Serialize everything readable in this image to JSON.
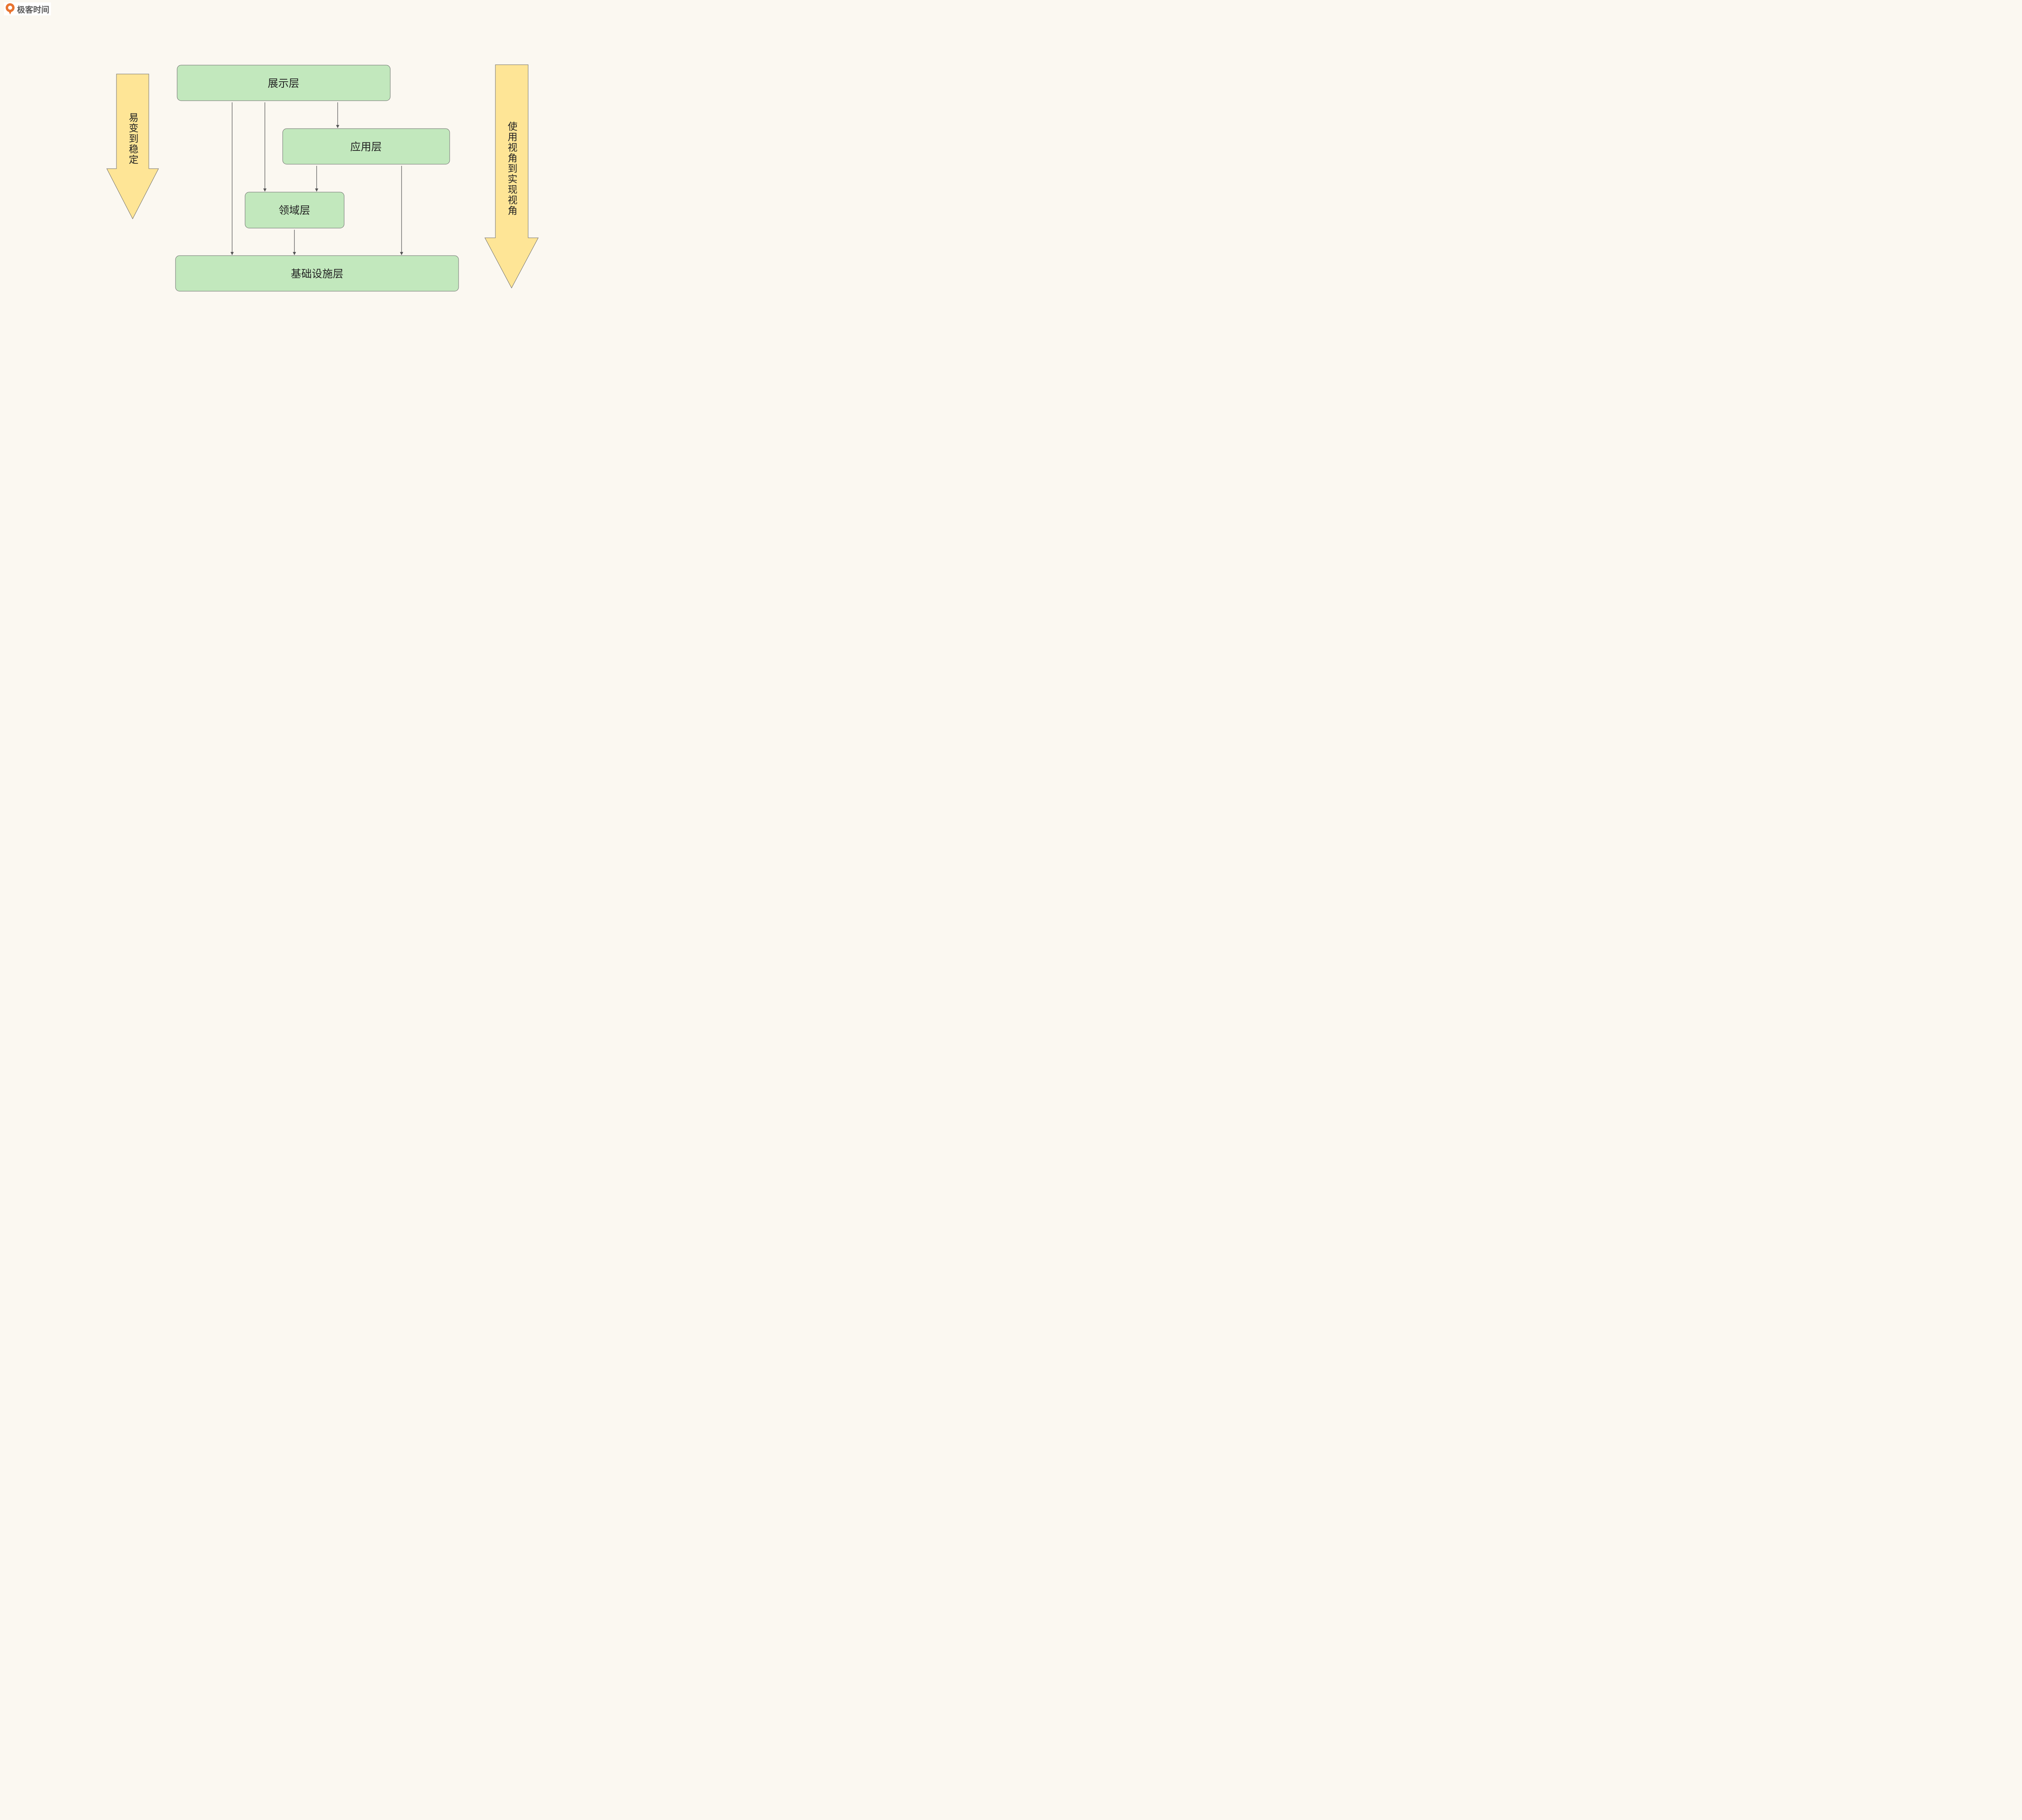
{
  "brand": {
    "name": "极客时间",
    "logo_icon": "geektime-logo-icon",
    "logo_color": "#e8732f"
  },
  "diagram": {
    "layers": [
      {
        "id": "presentation",
        "label": "展示层"
      },
      {
        "id": "application",
        "label": "应用层"
      },
      {
        "id": "domain",
        "label": "领域层"
      },
      {
        "id": "infrastructure",
        "label": "基础设施层"
      }
    ],
    "dependencies": [
      {
        "from": "presentation",
        "to": "application"
      },
      {
        "from": "presentation",
        "to": "domain"
      },
      {
        "from": "presentation",
        "to": "infrastructure"
      },
      {
        "from": "application",
        "to": "domain"
      },
      {
        "from": "application",
        "to": "infrastructure"
      },
      {
        "from": "domain",
        "to": "infrastructure"
      }
    ],
    "side_arrows": {
      "left": {
        "label": "易变到稳定",
        "direction": "down"
      },
      "right": {
        "label": "使用视角到实现视角",
        "direction": "down"
      }
    },
    "colors": {
      "layer_fill": "#c2e8bd",
      "layer_stroke": "#6a6a6a",
      "arrow_fill": "#fee596",
      "arrow_stroke": "#6a6a6a",
      "connector": "#555555",
      "background": "#fbf8f1"
    }
  }
}
